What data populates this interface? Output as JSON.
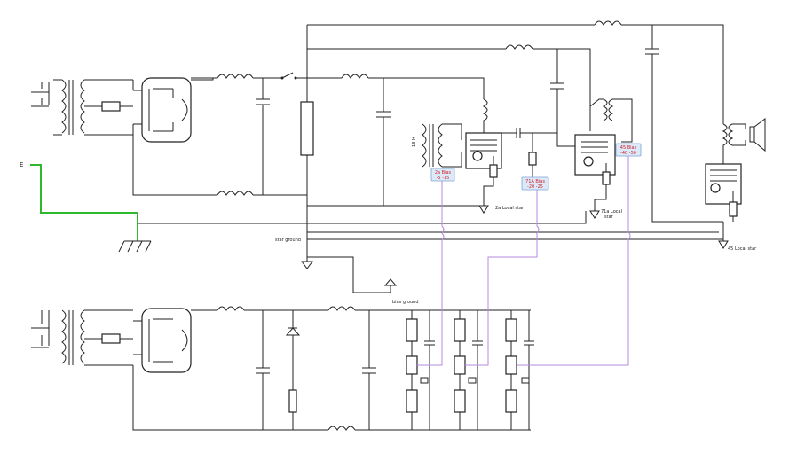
{
  "labels": {
    "earth": "E",
    "star_ground_upper": "star ground",
    "star_ground_lower": "bias ground",
    "local_2a": "2a Local star",
    "local_71a": "71a Local",
    "local_71a_2": "star",
    "local_45": "45 Local star",
    "choke_label": "18 H"
  },
  "bias_boxes": [
    {
      "title": "2a Bias",
      "range": "-5 -15"
    },
    {
      "title": "71A Bias",
      "range": "-20 -25"
    },
    {
      "title": "45 Bias",
      "range": "-40 -50"
    }
  ],
  "colors": {
    "wire": "#222222",
    "earth_wire": "#2db82d",
    "bias_wire": "#b48be0",
    "bias_text": "#d2232a",
    "bias_box": "#dce9f8"
  }
}
